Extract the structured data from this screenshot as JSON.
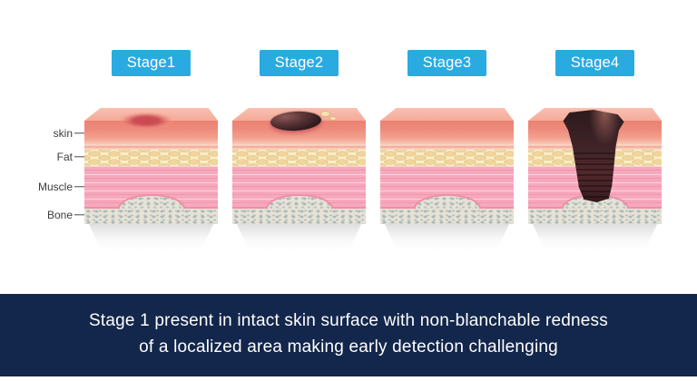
{
  "diagram": {
    "title_semantic": "pressure-ulcer-stages-cross-sections",
    "stage_labels": [
      "Stage1",
      "Stage2",
      "Stage3",
      "Stage4"
    ],
    "layer_labels": [
      "skin",
      "Fat",
      "Muscle",
      "Bone"
    ]
  },
  "caption": {
    "line1": "Stage 1 present in intact skin surface with non-blanchable redness",
    "line2": "of a localized area making early detection challenging"
  },
  "colors": {
    "stage_button_bg": "#29ABE2",
    "stage_button_text": "#FFFFFF",
    "caption_bg": "#13264B",
    "caption_text": "#FFFFFF",
    "skin_top_face": "#F7B5A7",
    "skin_front": "#EE8B7C",
    "fat_layer": "#FAEFCB",
    "fat_blob": "#F0D59D",
    "muscle_layer": "#F7A9BD",
    "muscle_bone_line": "#EE8FA6",
    "bone_layer": "#E6E2D6",
    "bone_speckle": "#ACB9B9",
    "wound_dark": "#311D20",
    "wound_red_rim": "#CC4E56",
    "label_text": "#3C3C3C",
    "page_bg": "#FFFFFF"
  }
}
